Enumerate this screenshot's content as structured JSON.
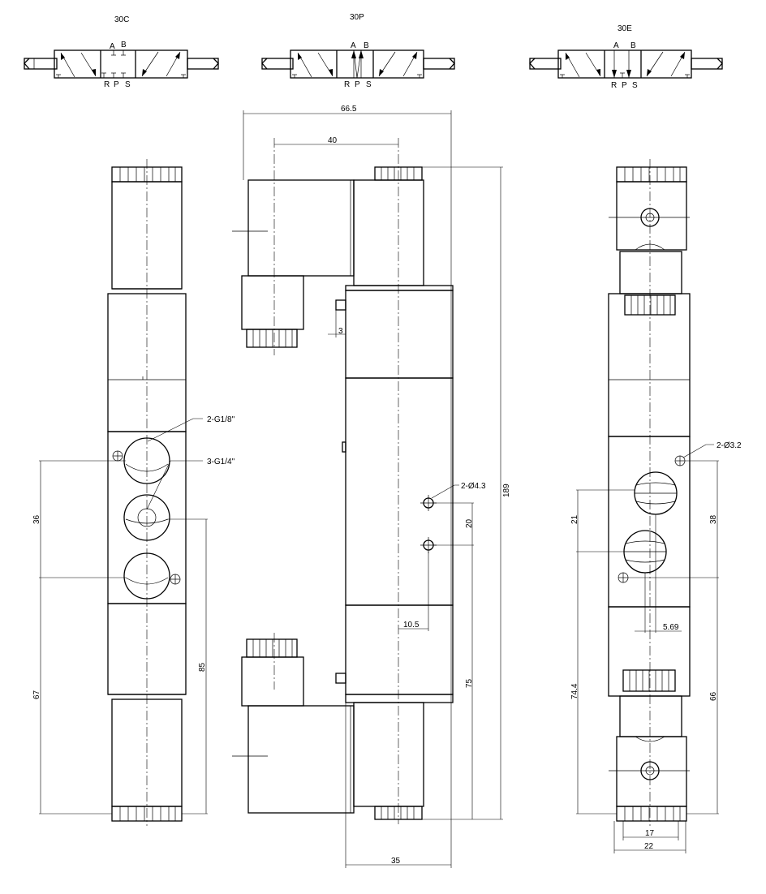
{
  "symbols": {
    "c": {
      "title": "30C",
      "port_a": "A",
      "port_b": "B",
      "port_r": "R",
      "port_p": "P",
      "port_s": "S"
    },
    "p": {
      "title": "30P",
      "port_a": "A",
      "port_b": "B",
      "port_r": "R",
      "port_p": "P",
      "port_s": "S"
    },
    "e": {
      "title": "30E",
      "port_a": "A",
      "port_b": "B",
      "port_r": "R",
      "port_p": "P",
      "port_s": "S"
    }
  },
  "dimensions": {
    "width_66_5": "66.5",
    "coil_40": "40",
    "gap_3": "3",
    "height_189": "189",
    "mount_20": "20",
    "offset_10_5": "10.5",
    "height_75": "75",
    "width_35": "35",
    "port_pitch_36": "36",
    "height_67": "67",
    "height_85": "85",
    "port_pitch_21": "21",
    "height_38": "38",
    "offset_5_69": "5.69",
    "height_74_4": "74.4",
    "height_66": "66",
    "width_17": "17",
    "width_22": "22"
  },
  "callouts": {
    "g18": "2-G1/8\"",
    "g14": "3-G1/4\"",
    "hole43": "2-Ø4.3",
    "hole32": "2-Ø3.2"
  }
}
